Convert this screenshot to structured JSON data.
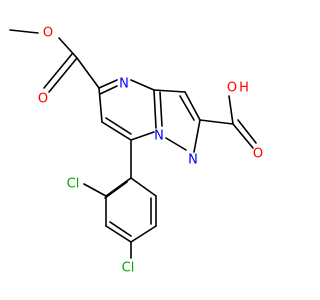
{
  "diagram": {
    "atom_labels": {
      "methyl_ester_o_ether": "O",
      "methyl_ester_o_carbonyl": "O",
      "pyrimidine_n": "N",
      "bridgehead_n": "N",
      "pyrazole_n": "N",
      "acid_oh": "O",
      "acid_h": "H",
      "acid_o_carbonyl": "O",
      "chloro_ortho": "Cl",
      "chloro_para": "Cl"
    },
    "colors": {
      "bond": "#000000",
      "oxygen": "#ff0000",
      "nitrogen": "#0000ff",
      "chlorine": "#00aa00",
      "background": "#ffffff"
    }
  }
}
